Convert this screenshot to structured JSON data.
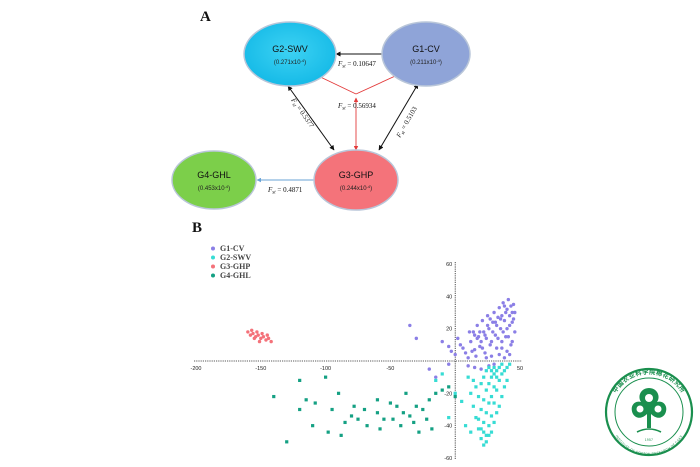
{
  "panelA": {
    "label": "A",
    "nodes": {
      "g2": {
        "name": "G2-SWV",
        "value": "(0.271x10",
        "exp": "-4",
        "fill": "#22c3ee",
        "stroke": "#b9c6d9"
      },
      "g1": {
        "name": "G1-CV",
        "value": "(0.211x10",
        "exp": "-4",
        "fill": "#8fa4d8",
        "stroke": "#b9c6d9"
      },
      "g4": {
        "name": "G4-GHL",
        "value": "(0.453x10",
        "exp": "-4",
        "fill": "#7ccf4a",
        "stroke": "#b9c6d9"
      },
      "g3": {
        "name": "G3-GHP",
        "value": "(0.244x10",
        "exp": "-4",
        "fill": "#f4737a",
        "stroke": "#b9c6d9"
      }
    },
    "edges": {
      "g2g1": {
        "sym": "F",
        "sub": "st",
        "value": " = 0.10647",
        "color": "#111111"
      },
      "g2g3": {
        "sym": "F",
        "sub": "st",
        "value": " = 0.5377",
        "color": "#111111"
      },
      "g1g3": {
        "sym": "F",
        "sub": "st",
        "value": " = 0.5103",
        "color": "#111111"
      },
      "center": {
        "sym": "F",
        "sub": "st",
        "value": " = 0.56934",
        "color": "#e33b3b"
      },
      "g4g3": {
        "sym": "F",
        "sub": "st",
        "value": " = 0.4871",
        "color": "#6aa3d6"
      }
    }
  },
  "panelB": {
    "label": "B",
    "legend": [
      {
        "label": "G1-CV",
        "color": "#8b7fe6"
      },
      {
        "label": "G2-SWV",
        "color": "#37dcd4"
      },
      {
        "label": "G3-GHP",
        "color": "#f4727a"
      },
      {
        "label": "G4-GHL",
        "color": "#14a083"
      }
    ]
  },
  "chart_data": {
    "type": "scatter",
    "title": "",
    "xlabel": "",
    "ylabel": "",
    "xlim": [
      -200,
      50
    ],
    "ylim": [
      -60,
      60
    ],
    "x_ticks": [
      "-200",
      "-150",
      "-100",
      "-50",
      "50"
    ],
    "y_ticks": [
      "60",
      "40",
      "20",
      "-20",
      "-40",
      "-60"
    ],
    "grid": false,
    "legend_position": "top-left",
    "series": [
      {
        "name": "G1-CV",
        "color": "#8b7fe6",
        "marker": "circle",
        "points": [
          [
            -35,
            22
          ],
          [
            -30,
            14
          ],
          [
            -10,
            12
          ],
          [
            -5,
            9
          ],
          [
            -3,
            6
          ],
          [
            0,
            4
          ],
          [
            2,
            14
          ],
          [
            4,
            10
          ],
          [
            6,
            8
          ],
          [
            8,
            5
          ],
          [
            10,
            2
          ],
          [
            12,
            12
          ],
          [
            14,
            18
          ],
          [
            15,
            7
          ],
          [
            16,
            3
          ],
          [
            17,
            22
          ],
          [
            18,
            15
          ],
          [
            19,
            9
          ],
          [
            20,
            12
          ],
          [
            21,
            25
          ],
          [
            22,
            18
          ],
          [
            23,
            5
          ],
          [
            24,
            14
          ],
          [
            25,
            28
          ],
          [
            26,
            20
          ],
          [
            27,
            10
          ],
          [
            28,
            3
          ],
          [
            29,
            24
          ],
          [
            30,
            30
          ],
          [
            31,
            16
          ],
          [
            32,
            8
          ],
          [
            33,
            27
          ],
          [
            34,
            33
          ],
          [
            35,
            20
          ],
          [
            36,
            12
          ],
          [
            37,
            36
          ],
          [
            38,
            25
          ],
          [
            39,
            15
          ],
          [
            40,
            32
          ],
          [
            41,
            38
          ],
          [
            42,
            22
          ],
          [
            43,
            10
          ],
          [
            44,
            30
          ],
          [
            45,
            35
          ],
          [
            46,
            18
          ],
          [
            34,
            4
          ],
          [
            36,
            8
          ],
          [
            38,
            2
          ],
          [
            40,
            6
          ],
          [
            42,
            4
          ],
          [
            44,
            12
          ],
          [
            30,
            -2
          ],
          [
            26,
            -3
          ],
          [
            20,
            -5
          ],
          [
            -20,
            -5
          ],
          [
            -15,
            -10
          ],
          [
            -5,
            -2
          ],
          [
            10,
            -3
          ],
          [
            15,
            -4
          ],
          [
            24,
            2
          ],
          [
            28,
            12
          ],
          [
            32,
            22
          ],
          [
            36,
            28
          ],
          [
            38,
            34
          ],
          [
            40,
            20
          ],
          [
            42,
            28
          ],
          [
            44,
            24
          ],
          [
            46,
            30
          ],
          [
            41,
            15
          ],
          [
            43,
            34
          ],
          [
            45,
            26
          ],
          [
            39,
            30
          ],
          [
            37,
            18
          ],
          [
            35,
            26
          ],
          [
            33,
            14
          ],
          [
            31,
            24
          ],
          [
            29,
            18
          ],
          [
            27,
            26
          ],
          [
            25,
            22
          ],
          [
            23,
            16
          ],
          [
            21,
            8
          ],
          [
            19,
            18
          ],
          [
            17,
            14
          ],
          [
            15,
            16
          ],
          [
            13,
            6
          ],
          [
            11,
            18
          ]
        ]
      },
      {
        "name": "G2-SWV",
        "color": "#37dcd4",
        "marker": "square",
        "points": [
          [
            10,
            -10
          ],
          [
            12,
            -20
          ],
          [
            14,
            -28
          ],
          [
            16,
            -35
          ],
          [
            18,
            -42
          ],
          [
            20,
            -48
          ],
          [
            22,
            -52
          ],
          [
            24,
            -46
          ],
          [
            26,
            -40
          ],
          [
            28,
            -34
          ],
          [
            30,
            -26
          ],
          [
            32,
            -18
          ],
          [
            34,
            -12
          ],
          [
            36,
            -8
          ],
          [
            38,
            -6
          ],
          [
            40,
            -4
          ],
          [
            42,
            -2
          ],
          [
            20,
            -30
          ],
          [
            22,
            -24
          ],
          [
            24,
            -18
          ],
          [
            26,
            -14
          ],
          [
            28,
            -10
          ],
          [
            30,
            -8
          ],
          [
            18,
            -22
          ],
          [
            16,
            -16
          ],
          [
            14,
            -12
          ],
          [
            22,
            -38
          ],
          [
            24,
            -32
          ],
          [
            26,
            -26
          ],
          [
            28,
            -22
          ],
          [
            30,
            -16
          ],
          [
            32,
            -10
          ],
          [
            20,
            -14
          ],
          [
            22,
            -10
          ],
          [
            24,
            -6
          ],
          [
            26,
            -4
          ],
          [
            28,
            -6
          ],
          [
            30,
            -4
          ],
          [
            32,
            -6
          ],
          [
            34,
            -4
          ],
          [
            36,
            -2
          ],
          [
            20,
            -42
          ],
          [
            18,
            -36
          ],
          [
            22,
            -44
          ],
          [
            24,
            -50
          ],
          [
            26,
            -46
          ],
          [
            28,
            -44
          ],
          [
            30,
            -38
          ],
          [
            32,
            -32
          ],
          [
            34,
            -28
          ],
          [
            36,
            -22
          ],
          [
            38,
            -16
          ],
          [
            40,
            -12
          ],
          [
            5,
            -25
          ],
          [
            0,
            -20
          ],
          [
            -5,
            -35
          ],
          [
            8,
            -40
          ],
          [
            12,
            -44
          ],
          [
            -10,
            -8
          ],
          [
            -15,
            -12
          ]
        ]
      },
      {
        "name": "G3-GHP",
        "color": "#f4727a",
        "marker": "circle",
        "points": [
          [
            -160,
            18
          ],
          [
            -158,
            16
          ],
          [
            -156,
            17
          ],
          [
            -154,
            15
          ],
          [
            -152,
            16
          ],
          [
            -150,
            14
          ],
          [
            -148,
            15
          ],
          [
            -146,
            13
          ],
          [
            -144,
            14
          ],
          [
            -142,
            12
          ],
          [
            -157,
            19
          ],
          [
            -153,
            18
          ],
          [
            -149,
            17
          ],
          [
            -145,
            16
          ],
          [
            -151,
            12
          ],
          [
            -155,
            14
          ]
        ]
      },
      {
        "name": "G4-GHL",
        "color": "#14a083",
        "marker": "square",
        "points": [
          [
            -140,
            -22
          ],
          [
            -130,
            -50
          ],
          [
            -120,
            -12
          ],
          [
            -115,
            -24
          ],
          [
            -110,
            -40
          ],
          [
            -100,
            -10
          ],
          [
            -95,
            -30
          ],
          [
            -90,
            -20
          ],
          [
            -85,
            -38
          ],
          [
            -80,
            -34
          ],
          [
            -75,
            -36
          ],
          [
            -70,
            -30
          ],
          [
            -60,
            -32
          ],
          [
            -55,
            -36
          ],
          [
            -50,
            -26
          ],
          [
            -45,
            -28
          ],
          [
            -40,
            -32
          ],
          [
            -38,
            -20
          ],
          [
            -35,
            -34
          ],
          [
            -30,
            -28
          ],
          [
            -25,
            -30
          ],
          [
            -20,
            -24
          ],
          [
            -15,
            -20
          ],
          [
            -10,
            -18
          ],
          [
            -5,
            -16
          ],
          [
            0,
            -22
          ],
          [
            -60,
            -24
          ],
          [
            -48,
            -36
          ],
          [
            -42,
            -40
          ],
          [
            -32,
            -38
          ],
          [
            -22,
            -36
          ],
          [
            -120,
            -30
          ],
          [
            -108,
            -26
          ],
          [
            -98,
            -44
          ],
          [
            -88,
            -46
          ],
          [
            -78,
            -28
          ],
          [
            -68,
            -40
          ],
          [
            -58,
            -42
          ],
          [
            -28,
            -44
          ],
          [
            -18,
            -42
          ]
        ]
      }
    ]
  },
  "logo": {
    "name": "中国农业科学院棉花研究所",
    "english": "INSTITUTE OF COTTON RESEARCH OF CAAS",
    "year": "1957",
    "color": "#1a8f4e"
  }
}
